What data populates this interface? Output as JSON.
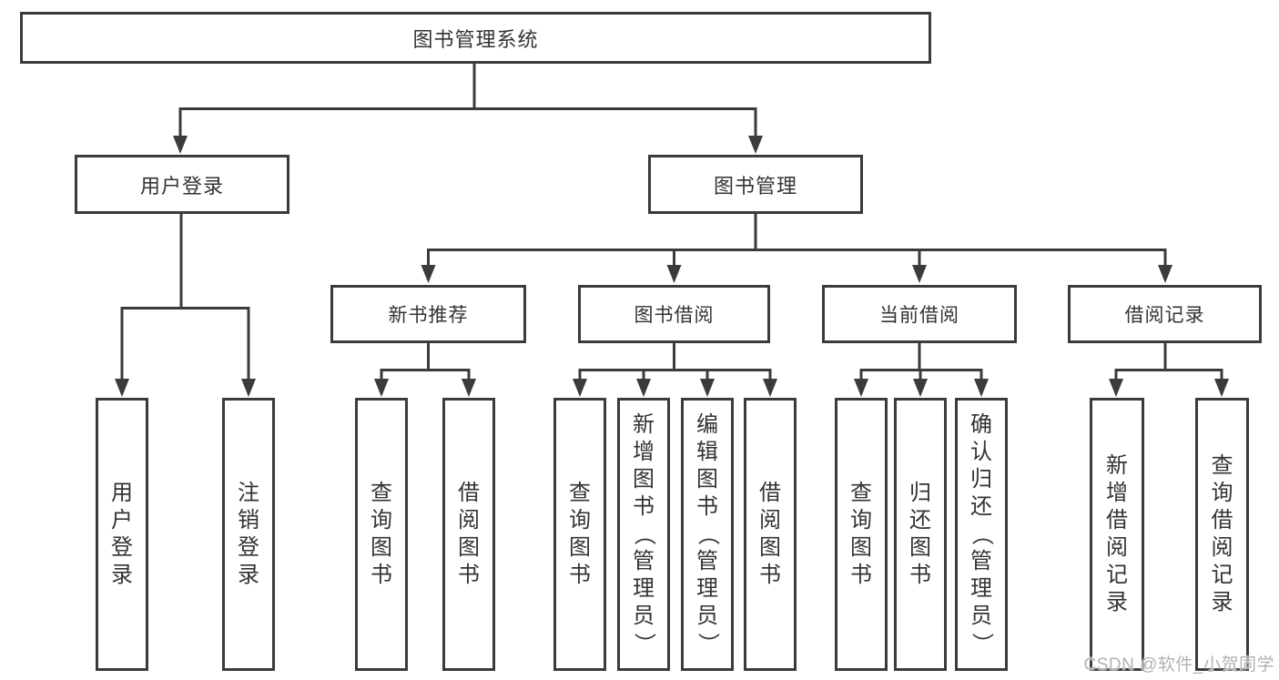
{
  "tree": {
    "root": {
      "label": "图书管理系统"
    },
    "branches": [
      {
        "label": "用户登录",
        "children": [
          {
            "label": "用户登录"
          },
          {
            "label": "注销登录"
          }
        ]
      },
      {
        "label": "图书管理",
        "children": [
          {
            "label": "新书推荐",
            "children": [
              {
                "label": "查询图书"
              },
              {
                "label": "借阅图书"
              }
            ]
          },
          {
            "label": "图书借阅",
            "children": [
              {
                "label": "查询图书"
              },
              {
                "label": "新增图书（管理员）"
              },
              {
                "label": "编辑图书（管理员）"
              },
              {
                "label": "借阅图书"
              }
            ]
          },
          {
            "label": "当前借阅",
            "children": [
              {
                "label": "查询图书"
              },
              {
                "label": "归还图书"
              },
              {
                "label": "确认归还（管理员）"
              }
            ]
          },
          {
            "label": "借阅记录",
            "children": [
              {
                "label": "新增借阅记录"
              },
              {
                "label": "查询借阅记录"
              }
            ]
          }
        ]
      }
    ]
  },
  "watermark": "CSDN @软件_小贺同学",
  "colors": {
    "line": "#3b3b3b",
    "text": "#333333",
    "background": "#ffffff",
    "watermark": "#b2b2b2"
  }
}
